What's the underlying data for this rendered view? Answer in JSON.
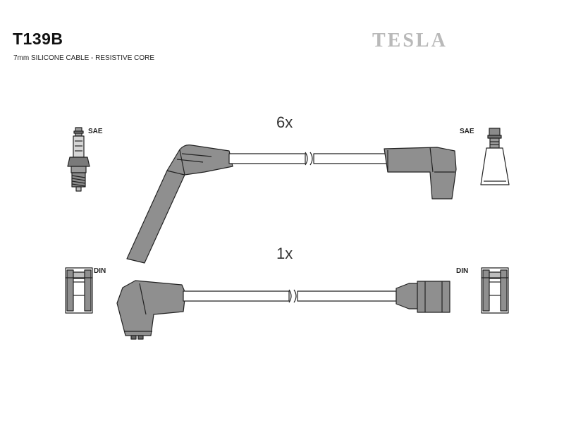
{
  "header": {
    "part_number": "T139B",
    "subtitle": "7mm SILICONE CABLE - RESISTIVE CORE",
    "brand": "TESLA"
  },
  "labels": {
    "sae_left": "SAE",
    "sae_right": "SAE",
    "din_left": "DIN",
    "din_right": "DIN"
  },
  "cables": [
    {
      "quantity": "6x"
    },
    {
      "quantity": "1x"
    }
  ],
  "colors": {
    "boot_fill": "#8f8f8f",
    "outline": "#222222",
    "brand": "#b9b9b9"
  }
}
